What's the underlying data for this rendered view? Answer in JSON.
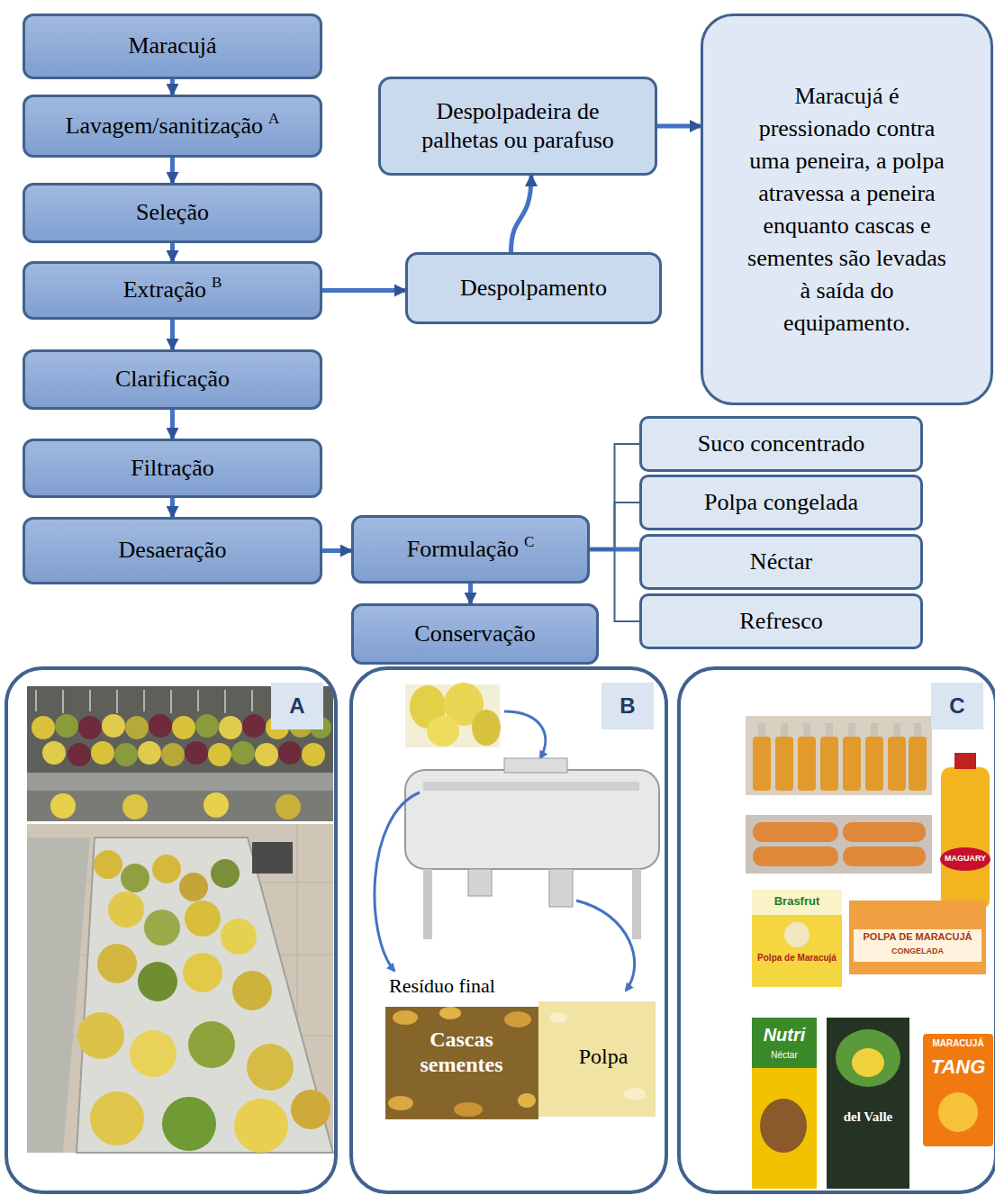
{
  "diagram": {
    "nodes": [
      {
        "text": [
          "Maracujá"
        ]
      },
      {
        "text": [
          "Lavagem/sanitização",
          "A"
        ]
      },
      {
        "text": [
          "Seleção"
        ]
      },
      {
        "text": [
          "Extração",
          "B"
        ]
      },
      {
        "text": [
          "Clarificação"
        ]
      },
      {
        "text": [
          "Filtração"
        ]
      },
      {
        "text": [
          "Desaeração"
        ]
      },
      {
        "text": [
          "Formulação",
          "C"
        ]
      },
      {
        "text": [
          "Conservação"
        ]
      },
      {
        "text": [
          "Despolpamento"
        ]
      },
      {
        "text": [
          "Despolpadeira de palhetas ou parafuso"
        ]
      },
      {
        "text": [
          "Maracujá é pressionado contra uma peneira, a polpa atravessa a peneira enquanto cascas e sementes são levadas à saída do equipamento."
        ]
      },
      {
        "text": [
          "Suco concentrado"
        ]
      },
      {
        "text": [
          "Polpa congelada"
        ]
      },
      {
        "text": [
          "Néctar"
        ]
      },
      {
        "text": [
          "Refresco"
        ]
      },
      {
        "text": [
          "A"
        ]
      },
      {
        "text": [
          "B"
        ]
      },
      {
        "text": [
          "C"
        ]
      }
    ],
    "edges": [
      {
        "from": 0,
        "to": 1,
        "arrow": "to"
      },
      {
        "from": 1,
        "to": 2,
        "arrow": "to"
      },
      {
        "from": 2,
        "to": 3,
        "arrow": "to"
      },
      {
        "from": 3,
        "to": 4,
        "arrow": "to"
      },
      {
        "from": 4,
        "to": 5,
        "arrow": "to"
      },
      {
        "from": 5,
        "to": 6,
        "arrow": "to"
      },
      {
        "from": 6,
        "to": 7,
        "arrow": "to"
      },
      {
        "from": 7,
        "to": 8,
        "arrow": "to"
      },
      {
        "from": 3,
        "to": 9,
        "arrow": "to"
      },
      {
        "from": 9,
        "to": 10,
        "arrow": "to"
      },
      {
        "from": 10,
        "to": 11,
        "arrow": "to"
      },
      {
        "from": 7,
        "to": 12,
        "arrow": "none"
      },
      {
        "from": 7,
        "to": 13,
        "arrow": "none"
      },
      {
        "from": 7,
        "to": 14,
        "arrow": "none"
      },
      {
        "from": 7,
        "to": 15,
        "arrow": "none"
      }
    ],
    "labels": [
      "Resíduo final",
      "Cascas sementes",
      "Polpa",
      "MAGUARY",
      "Brasfrut",
      "Polpa de Maracujá",
      "POLPA DE MARACUJÁ",
      "CONGELADA",
      "Nutri",
      "Néctar",
      "del Valle",
      "MARACUJÁ",
      "TANG"
    ]
  }
}
